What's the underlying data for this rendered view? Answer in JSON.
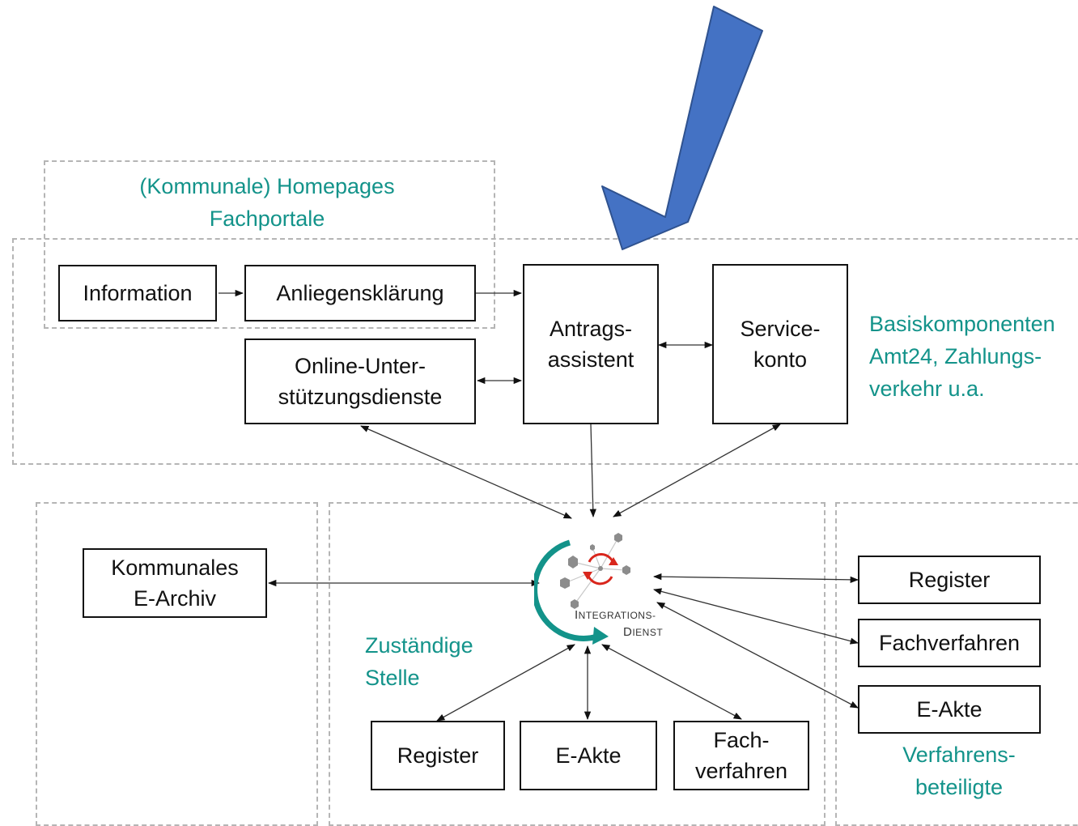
{
  "colors": {
    "accent_teal": "#13938a",
    "arrow_blue": "#4472c4",
    "arrow_blue_border": "#2f528f",
    "cycle_red": "#d9261c",
    "node_gray": "#8c8c8c",
    "zone_border": "#b5b5b5"
  },
  "zones": {
    "portals_label": "(Kommunale) Homepages\nFachportale",
    "basis_label": "Basiskomponenten\nAmt24, Zahlungs-\nverkehr u.a.",
    "zustaendig_label": "Zuständige\nStelle",
    "verfahren_label": "Verfahrens-\nbeteiligte"
  },
  "boxes": {
    "information": "Information",
    "anliegen": "Anliegensklärung",
    "antrag": "Antrags-\nassistent",
    "service": "Service-\nkonto",
    "online": "Online-Unter-\nstützungsdienste",
    "archiv": "Kommunales\nE-Archiv",
    "register_right": "Register",
    "fachverfahren_right": "Fachverfahren",
    "eakte_right": "E-Akte",
    "register_bottom": "Register",
    "eakte_bottom": "E-Akte",
    "fach_bottom": "Fach-\nverfahren"
  },
  "hub": {
    "line1_cap": "I",
    "line1_rest": "NTEGRATIONS-",
    "line2_cap": "D",
    "line2_rest": "IENST",
    "icon": "integration-cycle-icon"
  },
  "pointer": {
    "icon": "big-down-left-arrow-icon"
  }
}
